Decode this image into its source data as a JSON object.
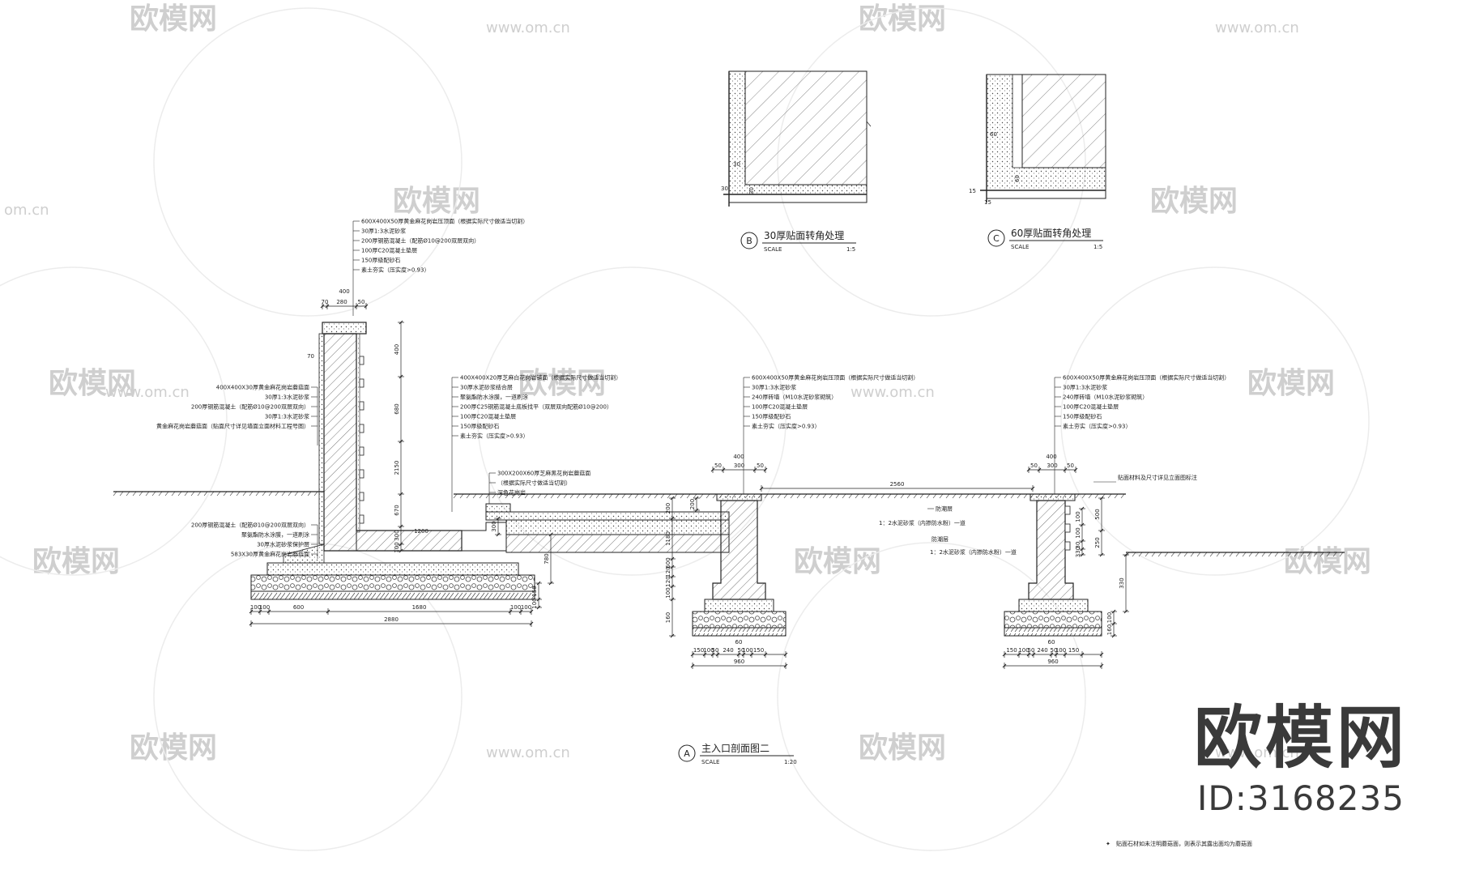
{
  "watermark": {
    "logo": "欧模网",
    "url": "www.om.cn",
    "url_short": "om.cn"
  },
  "brand": {
    "logo": "欧模网",
    "id": "ID:3168235"
  },
  "detail_b": {
    "marker": "B",
    "title": "30厚贴面转角处理",
    "scale_label": "SCALE",
    "scale": "1:5",
    "dims": [
      "30",
      "30",
      "30"
    ]
  },
  "detail_c": {
    "marker": "C",
    "title": "60厚贴面转角处理",
    "scale_label": "SCALE",
    "scale": "1:5",
    "dims": [
      "60",
      "60",
      "15",
      "15"
    ]
  },
  "detail_a": {
    "marker": "A",
    "title": "主入口剖面图二",
    "scale_label": "SCALE",
    "scale": "1:20"
  },
  "annotations": {
    "wall_top": [
      "600X400X50厚黄金麻花岗岩压顶面（根据实际尺寸做适当切割）",
      "30厚1:3水泥砂浆",
      "200厚钢筋混凝土（配筋Ø10@200双层双向）",
      "100厚C20混凝土垫层",
      "150厚级配砂石",
      "素土夯实（压实度>0.93）"
    ],
    "wall_left": [
      "400X400X30厚黄金麻花岗岩蘑菇面",
      "30厚1:3水泥砂浆",
      "200厚钢筋混凝土（配筋Ø10@200双层双向）",
      "30厚1:3水泥砂浆",
      "黄金麻花岗岩蘑菇面（贴面尺寸详见墙面立面材料工程号图）"
    ],
    "wall_bottom": [
      "200厚钢筋混凝土（配筋Ø10@200双层双向）",
      "聚氨酯防水涂膜，一道刷涂",
      "30厚水泥砂浆保护层",
      "583X30厚黄金麻花岗岩蘑菇面"
    ],
    "floor": [
      "400X400X20厚芝麻白花岗岩铺面（根据实际尺寸做适当切割）",
      "30厚水泥砂浆结合层",
      "聚氨酯防水涂膜，一道刷涂",
      "200厚C25钢筋混凝土底板找平（双层双向配筋Ø10@200）",
      "100厚C20混凝土垫层",
      "150厚级配砂石",
      "素土夯实（压实度>0.93）"
    ],
    "step": [
      "300X200X60厚芝麻黑花岗岩蘑菇面",
      "（根据实际尺寸做适当切割）",
      "深色花岗岩"
    ],
    "pier1": [
      "600X400X50厚黄金麻花岗岩压顶面（根据实际尺寸做适当切割）",
      "30厚1:3水泥砂浆",
      "240厚砖墙（M10水泥砂浆砌筑）",
      "100厚C20混凝土垫层",
      "150厚级配砂石",
      "素土夯实（压实度>0.93）"
    ],
    "pier2": [
      "600X400X50厚黄金麻花岗岩压顶面（根据实际尺寸做适当切割）",
      "30厚1:3水泥砂浆",
      "240厚砖墙（M10水泥砂浆砌筑）",
      "100厚C20混凝土垫层",
      "150厚级配砂石",
      "素土夯实（压实度>0.93）"
    ],
    "pier1_side": [
      "防潮层",
      "1：2水泥砂浆（内掺防水粉）一道"
    ],
    "pier2_side": [
      "防潮层",
      "1：2水泥砂浆（内掺防水粉）一道"
    ],
    "pier2_right": "贴面材料及尺寸详见立面图标注",
    "footnote": "贴面石材如未注明蘑菇面，则表示其露出面均为蘑菇面"
  },
  "dims": {
    "wall_top": [
      "400",
      "70",
      "280",
      "50"
    ],
    "wall_vert": [
      "400",
      "680",
      "2150",
      "670",
      "300",
      "100"
    ],
    "wall_left": [
      "70"
    ],
    "bottom_row": [
      "100",
      "100",
      "600",
      "1680",
      "100",
      "100"
    ],
    "bottom_total": "2880",
    "pool": [
      "1200",
      "300",
      "200",
      "780",
      "150",
      "100"
    ],
    "pier1_top": [
      "400",
      "50",
      "300",
      "50"
    ],
    "pier_span": "2560",
    "pier1_vert": [
      "200",
      "1180",
      "600",
      "120",
      "120",
      "100",
      "160"
    ],
    "pier1_bottom": [
      "60",
      "150",
      "100",
      "50",
      "240",
      "50",
      "100",
      "150"
    ],
    "pier1_total": "960",
    "pier2_top": [
      "400",
      "50",
      "300",
      "50"
    ],
    "pier2_vert": [
      "500",
      "250",
      "100",
      "100",
      "30",
      "330",
      "100",
      "160"
    ],
    "pier2_bottom": [
      "60",
      "150",
      "100",
      "50",
      "240",
      "50",
      "100",
      "150"
    ],
    "pier2_total": "960"
  }
}
